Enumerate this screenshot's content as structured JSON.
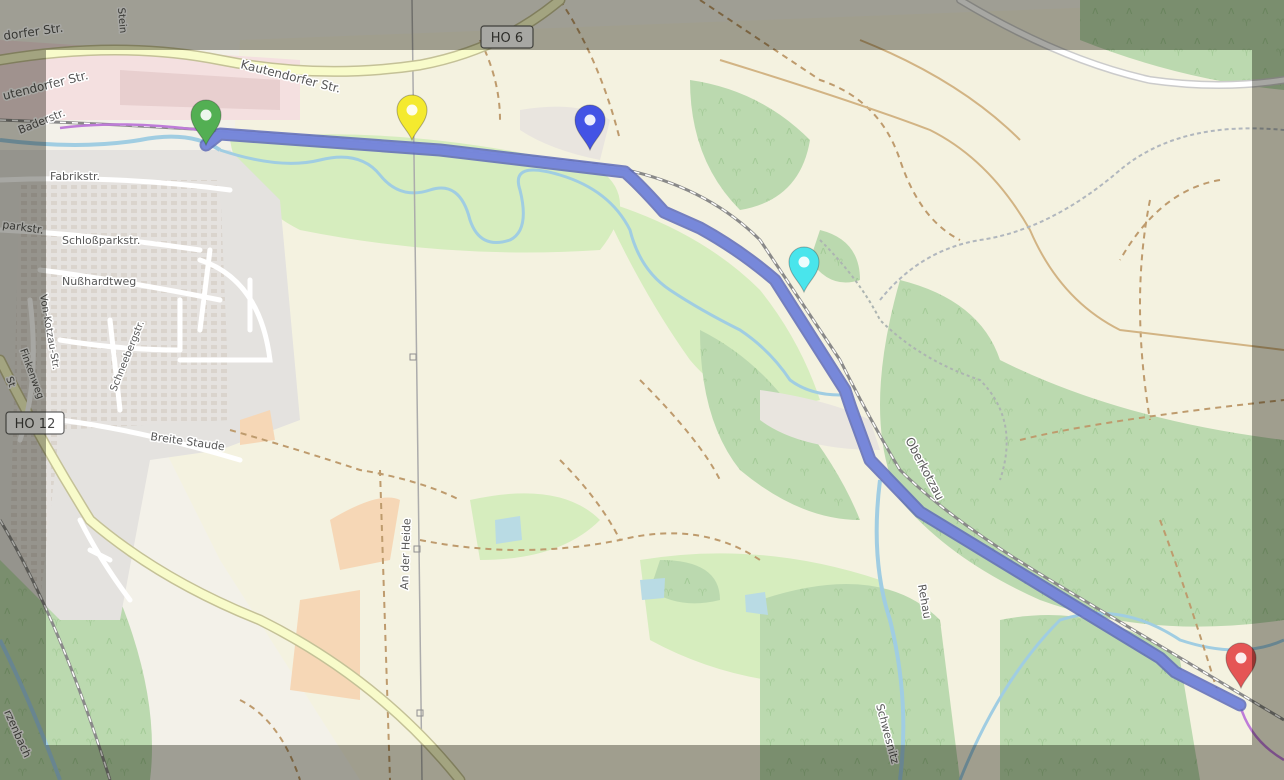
{
  "map": {
    "streets": {
      "kautendorfer_main": "Kautendorfer Str.",
      "kautendorfer_corner": "dorfer Str.",
      "kautendorfer_left": "utendorfer Str.",
      "baderstr": "Baderstr.",
      "fabrikstr": "Fabrikstr.",
      "parkstr": "parkstr.",
      "schlossparkstr": "Schloßparkstr.",
      "nusshardtweg": "Nußhardtweg",
      "von_kotzau": "Von-Kotzau-Str.",
      "schneebergstr": "Schneebergstr.",
      "finkenweg": "Finkenweg",
      "breite_staude": "Breite Staude",
      "an_der_heide": "An der Heide",
      "oberkotzau": "Oberkotzau",
      "rehau": "Rehau",
      "schwesnitz": "Schwesnitz",
      "zenbach": "rzenbach",
      "stein": "Stein",
      "st": "St"
    },
    "road_shields": {
      "ho6": "HO 6",
      "ho12": "HO 12"
    },
    "markers": [
      {
        "name": "start",
        "color": "#2e9e2e",
        "icon": "pin-icon"
      },
      {
        "name": "waypoint-1",
        "color": "#f2e600",
        "icon": "pin-icon"
      },
      {
        "name": "waypoint-2",
        "color": "#1a2ee0",
        "icon": "pin-icon"
      },
      {
        "name": "waypoint-3",
        "color": "#22e0e8",
        "icon": "pin-icon"
      },
      {
        "name": "end",
        "color": "#e03030",
        "icon": "pin-icon"
      }
    ],
    "route": {
      "color": "#5b6fd6"
    }
  }
}
